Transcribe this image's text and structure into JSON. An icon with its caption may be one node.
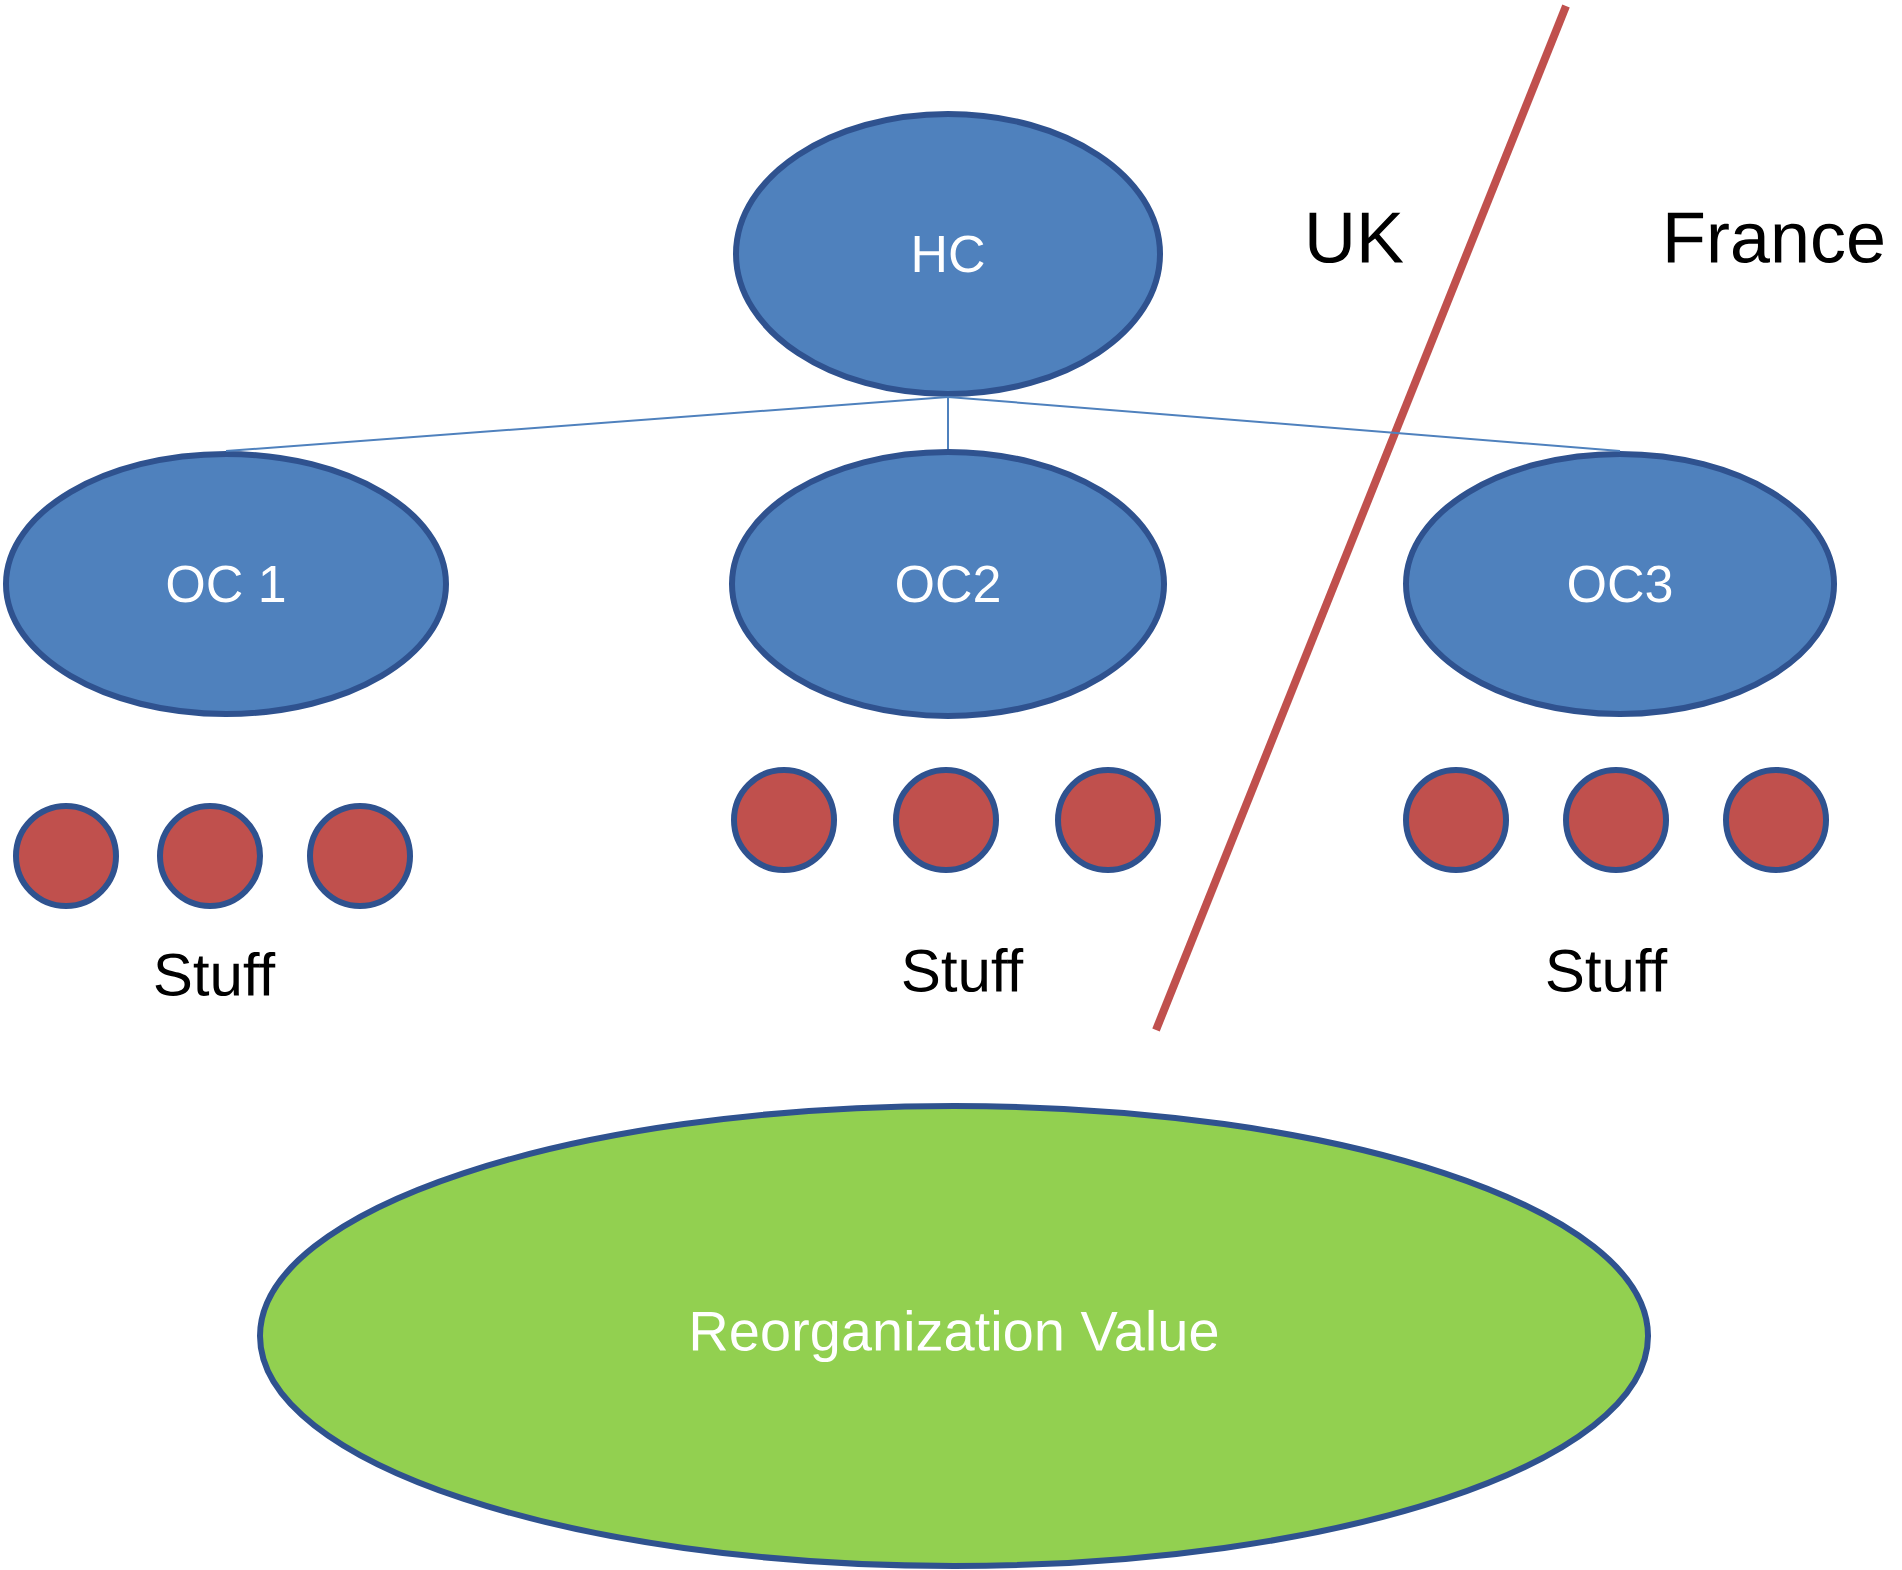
{
  "diagram": {
    "nodes": [
      {
        "text": [
          "HC"
        ]
      },
      {
        "text": [
          "OC 1"
        ]
      },
      {
        "text": [
          "OC2"
        ]
      },
      {
        "text": [
          "OC3"
        ]
      },
      {
        "text": [],
        "shape": "circle"
      },
      {
        "text": [],
        "shape": "circle"
      },
      {
        "text": [],
        "shape": "circle"
      },
      {
        "text": [],
        "shape": "circle"
      },
      {
        "text": [],
        "shape": "circle"
      },
      {
        "text": [],
        "shape": "circle"
      },
      {
        "text": [],
        "shape": "circle"
      },
      {
        "text": [],
        "shape": "circle"
      },
      {
        "text": [],
        "shape": "circle"
      },
      {
        "text": [
          "Reorganization Value"
        ]
      }
    ],
    "edges": [
      {
        "from": 0,
        "to": 1,
        "arrow": "none"
      },
      {
        "from": 0,
        "to": 2,
        "arrow": "none"
      },
      {
        "from": 0,
        "to": 3,
        "arrow": "none"
      }
    ],
    "labels": [
      "UK",
      "France",
      "Stuff",
      "Stuff",
      "Stuff"
    ]
  }
}
